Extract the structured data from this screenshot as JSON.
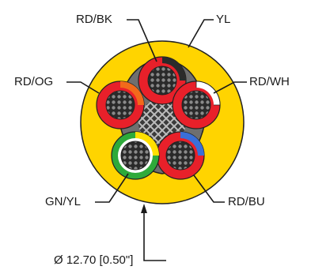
{
  "labels": {
    "rd_bk": "RD/BK",
    "yl": "YL",
    "rd_og": "RD/OG",
    "rd_wh": "RD/WH",
    "gn_yl": "GN/YL",
    "rd_bu": "RD/BU",
    "diameter": "Ø 12.70 [0.50\"]"
  },
  "colors": {
    "jacket": "#ffd400",
    "red": "#e8202a",
    "black": "#2b2b2b",
    "orange": "#f26a1b",
    "white": "#ffffff",
    "blue": "#3a6fd8",
    "green": "#2eaa3a",
    "yellow": "#ffe000",
    "filler": "#7a7a7a"
  }
}
